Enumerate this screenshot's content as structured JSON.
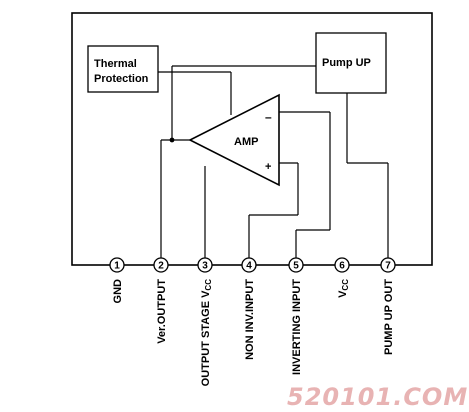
{
  "blocks": {
    "thermal_protection": [
      "Thermal",
      "Protection"
    ],
    "pump_up": "Pump UP",
    "amp": "AMP",
    "amp_minus": "–",
    "amp_plus": "+"
  },
  "pins": [
    {
      "number": "1",
      "name": "GND"
    },
    {
      "number": "2",
      "name": "Ver.OUTPUT"
    },
    {
      "number": "3",
      "name": "OUTPUT STAGE V",
      "subscript": "CC"
    },
    {
      "number": "4",
      "name": "NON INV.INPUT"
    },
    {
      "number": "5",
      "name": "INVERTING INPUT"
    },
    {
      "number": "6",
      "name": "V",
      "subscript": "CC"
    },
    {
      "number": "7",
      "name": "PUMP UP OUT"
    }
  ],
  "watermark": "520101.COM"
}
